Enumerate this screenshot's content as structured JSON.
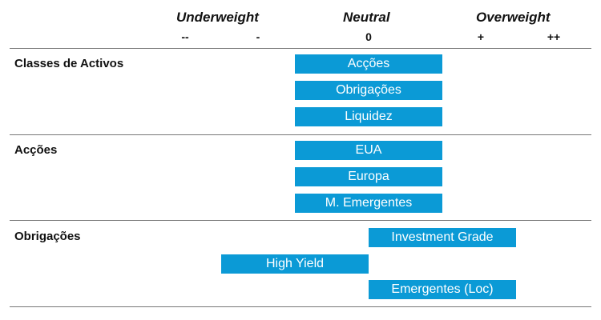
{
  "chart_data": {
    "type": "bar",
    "header": {
      "underweight": "Underweight",
      "neutral": "Neutral",
      "overweight": "Overweight"
    },
    "ticks": [
      "--",
      "-",
      "0",
      "+",
      "++"
    ],
    "tick_values": [
      -2,
      -1,
      0,
      1,
      2
    ],
    "sections": [
      {
        "label": "Classes de Activos",
        "items": [
          {
            "label": "Acções",
            "value": 0
          },
          {
            "label": "Obrigações",
            "value": 0
          },
          {
            "label": "Liquidez",
            "value": 0
          }
        ]
      },
      {
        "label": "Acções",
        "items": [
          {
            "label": "EUA",
            "value": 0
          },
          {
            "label": "Europa",
            "value": 0
          },
          {
            "label": "M. Emergentes",
            "value": 0
          }
        ]
      },
      {
        "label": "Obrigações",
        "items": [
          {
            "label": "Investment Grade",
            "value": 1
          },
          {
            "label": "High Yield",
            "value": -1
          },
          {
            "label": "Emergentes (Loc)",
            "value": 1
          }
        ]
      }
    ],
    "colors": {
      "bar": "#0b9ad6",
      "bar_text": "#ffffff"
    }
  }
}
